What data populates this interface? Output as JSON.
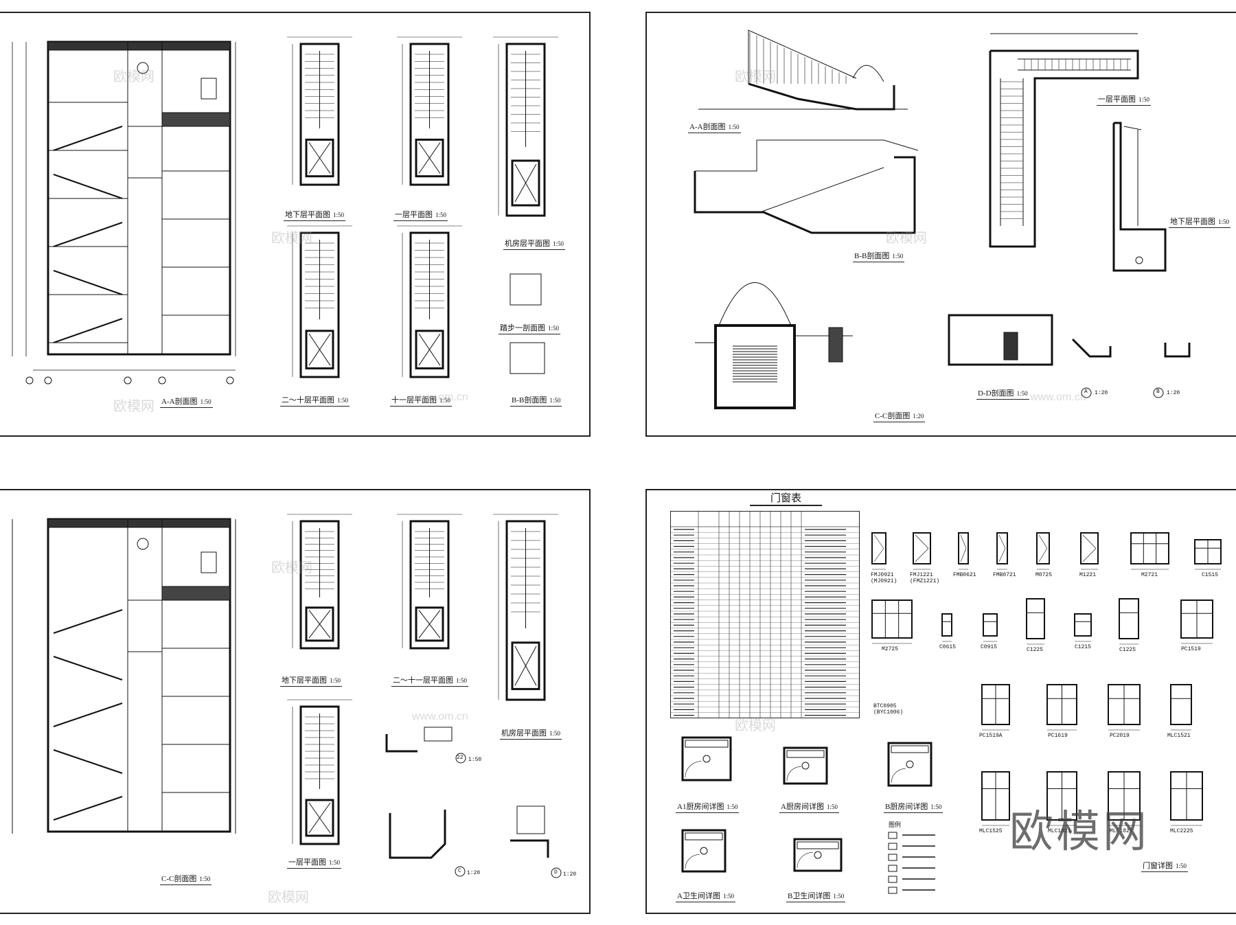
{
  "sheet1": {
    "section_title": "A-A剖面图",
    "section_scale": "1:50",
    "plans": [
      {
        "label": "地下层平面图",
        "scale": "1:50"
      },
      {
        "label": "一层平面图",
        "scale": "1:50"
      },
      {
        "label": "机房层平面图",
        "scale": "1:50"
      },
      {
        "label": "二～十层平面图",
        "scale": "1:50"
      },
      {
        "label": "十一层平面图",
        "scale": "1:50"
      },
      {
        "label": "踏步一剖面图",
        "scale": "1:50"
      },
      {
        "label": "B-B剖面图",
        "scale": "1:50"
      }
    ]
  },
  "sheet2": {
    "captions": [
      {
        "label": "A-A剖面图",
        "scale": "1:50"
      },
      {
        "label": "B-B剖面图",
        "scale": "1:50"
      },
      {
        "label": "C-C剖面图",
        "scale": "1:20"
      },
      {
        "label": "D-D剖面图",
        "scale": "1:50"
      },
      {
        "label": "一层平面图",
        "scale": "1:50"
      },
      {
        "label": "地下层平面图",
        "scale": "1:50"
      }
    ],
    "detail_a": "A",
    "detail_a_scale": "1:20",
    "detail_b": "B",
    "detail_b_scale": "1:20"
  },
  "sheet3": {
    "section_title": "C-C剖面图",
    "section_scale": "1:50",
    "plans": [
      {
        "label": "地下层平面图",
        "scale": "1:50"
      },
      {
        "label": "二～十一层平面图",
        "scale": "1:50"
      },
      {
        "label": "机房层平面图",
        "scale": "1:50"
      },
      {
        "label": "一层平面图",
        "scale": "1:50"
      }
    ],
    "details": [
      {
        "label": "22",
        "scale": "1:50"
      },
      {
        "label": "C",
        "scale": "1:20"
      },
      {
        "label": "D",
        "scale": "1:20"
      }
    ]
  },
  "sheet4": {
    "table_title": "门窗表",
    "door_labels": [
      "FMJ0921\n(MJ0921)",
      "FMJ1221\n(FMZ1221)",
      "FMB0621",
      "FMB0721",
      "M0725",
      "M1221",
      "M2721",
      "C1515"
    ],
    "window_row2": [
      "M2725",
      "C0615",
      "C0915",
      "C1225",
      "C1215",
      "C1225",
      "PC1519"
    ],
    "window_row3": [
      "PC1519A",
      "PC1619",
      "PC2019",
      "MLC1521"
    ],
    "window_row4": [
      "MLC1525",
      "MLC1821",
      "MLC1825",
      "MLC2225"
    ],
    "btc_label": "BTC0905\n(BYC1006)",
    "kitchen_captions": [
      {
        "label": "A1厨房间详图",
        "scale": "1:50"
      },
      {
        "label": "A厨房间详图",
        "scale": "1:50"
      },
      {
        "label": "B厨房间详图",
        "scale": "1:50"
      },
      {
        "label": "A卫生间详图",
        "scale": "1:50"
      },
      {
        "label": "B卫生间详图",
        "scale": "1:50"
      }
    ],
    "legend_title": "图例",
    "window_detail_caption": "门窗详图",
    "window_detail_scale": "1:50"
  },
  "watermark": "欧模网",
  "watermark_url": "www.om.cn"
}
